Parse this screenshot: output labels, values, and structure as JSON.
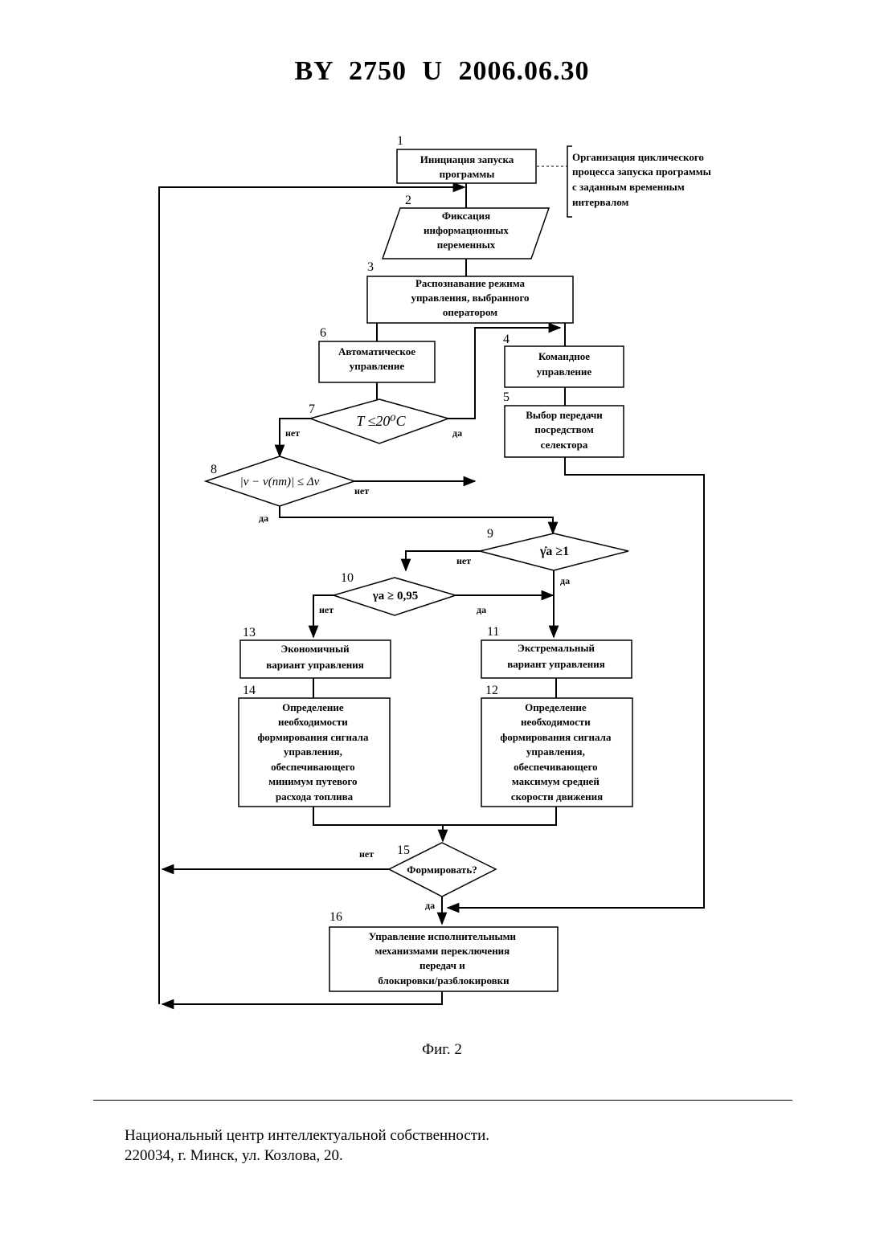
{
  "header": {
    "title": "BY  2750  U  2006.06.30"
  },
  "flowchart": {
    "blocks": {
      "b1": {
        "num": "1",
        "lines": [
          "Инициация запуска",
          "программы"
        ]
      },
      "b2": {
        "num": "2",
        "lines": [
          "Фиксация",
          "информационных",
          "переменных"
        ]
      },
      "b3": {
        "num": "3",
        "lines": [
          "Распознавание режима",
          "управления, выбранного",
          "оператором"
        ]
      },
      "b4": {
        "num": "4",
        "lines": [
          "Командное",
          "управление"
        ]
      },
      "b5": {
        "num": "5",
        "lines": [
          "Выбор передачи",
          "посредством",
          "селектора"
        ]
      },
      "b6": {
        "num": "6",
        "lines": [
          "Автоматическое",
          "управление"
        ]
      },
      "b7": {
        "num": "7",
        "lines": [
          "T ≤20⁰C"
        ]
      },
      "b8": {
        "num": "8",
        "lines": [
          "|v − v(nт)| ≤ Δv"
        ]
      },
      "b9": {
        "num": "9",
        "lines": [
          "γ̇a ≥1"
        ]
      },
      "b10": {
        "num": "10",
        "lines": [
          "γa ≥ 0,95"
        ]
      },
      "b11": {
        "num": "11",
        "lines": [
          "Экстремальный",
          "вариант управления"
        ]
      },
      "b12": {
        "num": "12",
        "lines": [
          "Определение",
          "необходимости",
          "формирования сигнала",
          "управления,",
          "обеспечивающего",
          "максимум средней",
          "скорости движения"
        ]
      },
      "b13": {
        "num": "13",
        "lines": [
          "Экономичный",
          "вариант управления"
        ]
      },
      "b14": {
        "num": "14",
        "lines": [
          "Определение",
          "необходимости",
          "формирования сигнала",
          "управления,",
          "обеспечивающего",
          "минимум путевого",
          "расхода топлива"
        ]
      },
      "b15": {
        "num": "15",
        "lines": [
          "Формировать?"
        ]
      },
      "b16": {
        "num": "16",
        "lines": [
          "Управление исполнительными",
          "механизмами переключения",
          "передач и",
          "блокировки/разблокировки"
        ]
      }
    },
    "annotation": {
      "lines": [
        "Организация циклического",
        "процесса запуска программы",
        "с заданным временным",
        "интервалом"
      ]
    },
    "yes_label": "да",
    "no_label": "нет"
  },
  "caption": "Фиг. 2",
  "footer": {
    "org": "Национальный центр интеллектуальной собственности.",
    "address": "220034, г. Минск, ул. Козлова, 20."
  }
}
